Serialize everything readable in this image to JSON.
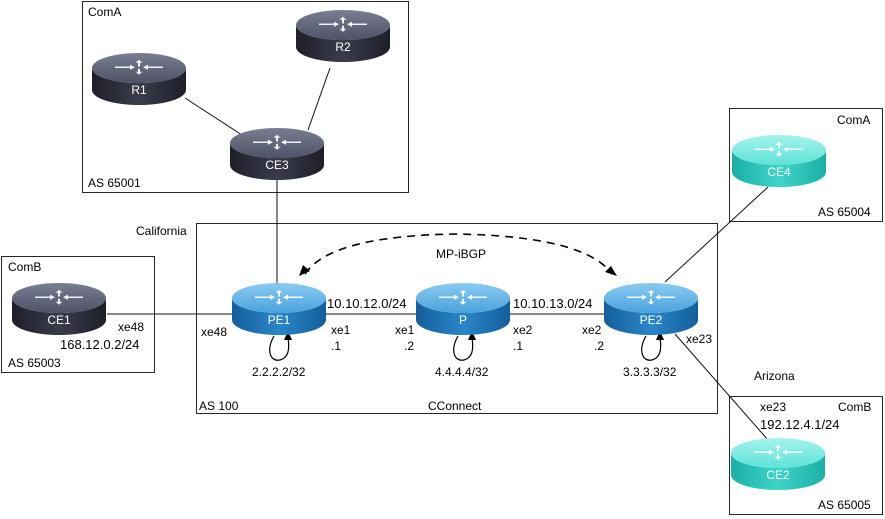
{
  "diagram": {
    "title": "MPLS L3VPN topology",
    "colors": {
      "dark_router_top": "#5a5e72",
      "dark_router_side": "#2a2c38",
      "blue_router_top": "#5fb2e6",
      "blue_router_side": "#1a6fb0",
      "cyan_router_top": "#6fe6dc",
      "cyan_router_side": "#20b8ae"
    },
    "boxes": {
      "coma_top": {
        "customer": "ComA",
        "as": "AS 65001"
      },
      "comb_left": {
        "customer": "ComB",
        "as": "AS 65003"
      },
      "provider": {
        "region": "California",
        "as": "AS 100",
        "name": "CConnect"
      },
      "coma_right": {
        "customer": "ComA",
        "as": "AS 65004"
      },
      "comb_right": {
        "customer": "ComB",
        "as": "AS 65005",
        "region": "Arizona"
      }
    },
    "routers": {
      "r1": {
        "label": "R1",
        "style": "dark"
      },
      "r2": {
        "label": "R2",
        "style": "dark"
      },
      "ce3": {
        "label": "CE3",
        "style": "dark"
      },
      "ce1": {
        "label": "CE1",
        "style": "dark"
      },
      "pe1": {
        "label": "PE1",
        "style": "blue",
        "loopback": "2.2.2.2/32"
      },
      "p": {
        "label": "P",
        "style": "blue",
        "loopback": "4.4.4.4/32"
      },
      "pe2": {
        "label": "PE2",
        "style": "blue",
        "loopback": "3.3.3.3/32"
      },
      "ce4": {
        "label": "CE4",
        "style": "cyan"
      },
      "ce2": {
        "label": "CE2",
        "style": "cyan"
      }
    },
    "links": {
      "ce1_pe1": {
        "ce1_if": "xe48",
        "ce1_ip": "168.12.0.2/24",
        "pe1_if": "xe48"
      },
      "pe1_p": {
        "subnet": "10.10.12.0/24",
        "pe1_if": "xe1",
        "pe1_host": ".1",
        "p_if": "xe1",
        "p_host": ".2"
      },
      "p_pe2": {
        "subnet": "10.10.13.0/24",
        "p_if": "xe2",
        "p_host": ".1",
        "pe2_if": "xe2",
        "pe2_host": ".2"
      },
      "pe2_ce2": {
        "pe2_if": "xe23",
        "ce2_if": "xe23",
        "ce2_ip": "192.12.4.1/24"
      }
    },
    "session": {
      "label": "MP-iBGP"
    }
  }
}
